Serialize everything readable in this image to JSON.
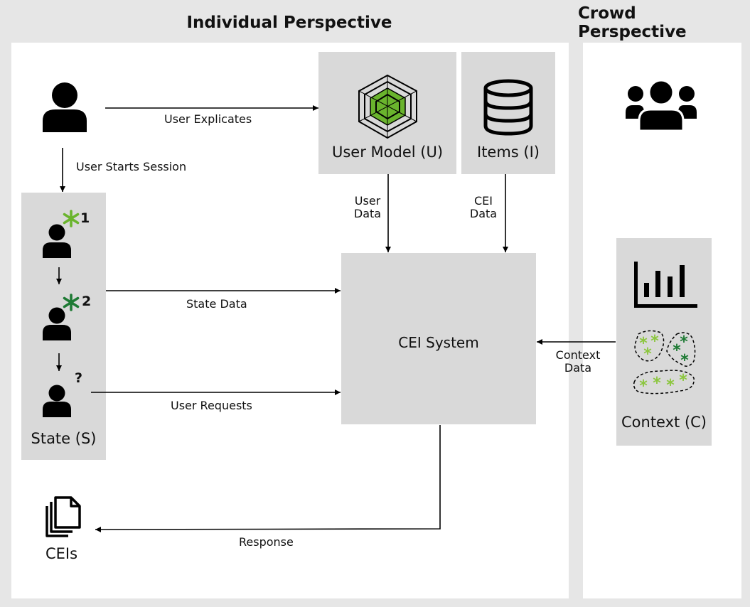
{
  "individual_perspective": {
    "title": "Individual Perspective"
  },
  "crowd_perspective": {
    "title": "Crowd Perspective"
  },
  "nodes": {
    "user_model": "User Model (U)",
    "items": "Items (I)",
    "state": "State (S)",
    "cei_system": "CEI System",
    "context": "Context (C)",
    "ceis": "CEIs"
  },
  "state_steps": [
    {
      "marker": "1",
      "asterisk_color": "#6ab42d"
    },
    {
      "marker": "2",
      "asterisk_color": "#1e7a34"
    },
    {
      "marker": "?"
    }
  ],
  "edges": {
    "user_explicates": "User Explicates",
    "user_starts_session": "User Starts Session",
    "user_data_line1": "User",
    "user_data_line2": "Data",
    "cei_data_line1": "CEI",
    "cei_data_line2": "Data",
    "state_data": "State Data",
    "user_requests": "User Requests",
    "context_data_line1": "Context",
    "context_data_line2": "Data",
    "response": "Response"
  },
  "icons": {
    "user": "person-icon",
    "crowd": "group-icon",
    "user_model": "radar-chart-icon",
    "items": "database-icon",
    "context_chart": "bar-chart-icon",
    "context_clusters": "asterisk-clusters-icon",
    "ceis": "documents-icon"
  },
  "colors": {
    "light_green": "#8cc63f",
    "dark_green": "#1e7a34",
    "radar_fill": "#6ab42d",
    "box_gray": "#d9d9d9",
    "frame_gray": "#e6e6e6"
  }
}
